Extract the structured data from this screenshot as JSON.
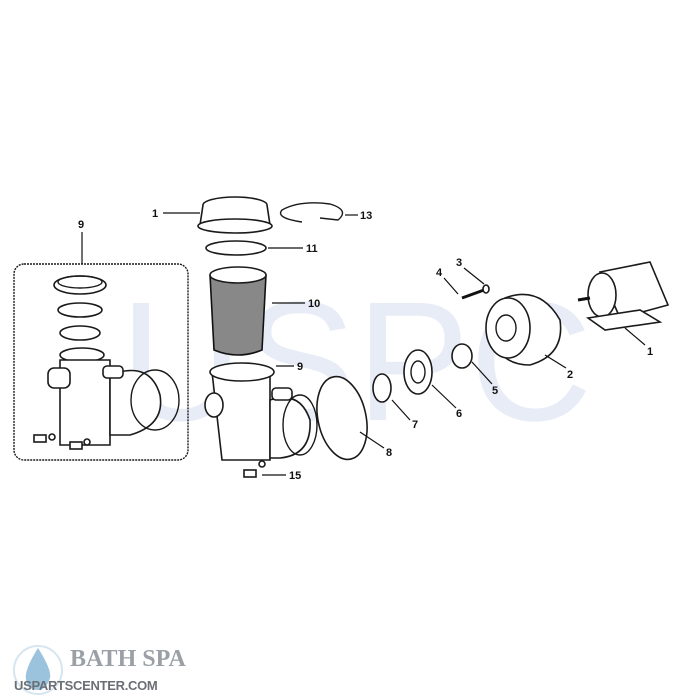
{
  "watermark": "USPC",
  "labels": {
    "kit_9": "9",
    "lid_1": "1",
    "clamp_13": "13",
    "oring_11": "11",
    "basket_10": "10",
    "housing_9": "9",
    "drain_15": "15",
    "gasket_8": "8",
    "ring_7": "7",
    "diffuser_6": "6",
    "impeller_5": "5",
    "screw_4": "4",
    "washer_3": "3",
    "seal_plate_2": "2",
    "motor_1": "1"
  },
  "logo": {
    "brand": "BATH SPA",
    "site": "USPARTSCENTER.COM",
    "colors": {
      "drop": "#9cc3de",
      "text": "#9aa0a6"
    }
  }
}
